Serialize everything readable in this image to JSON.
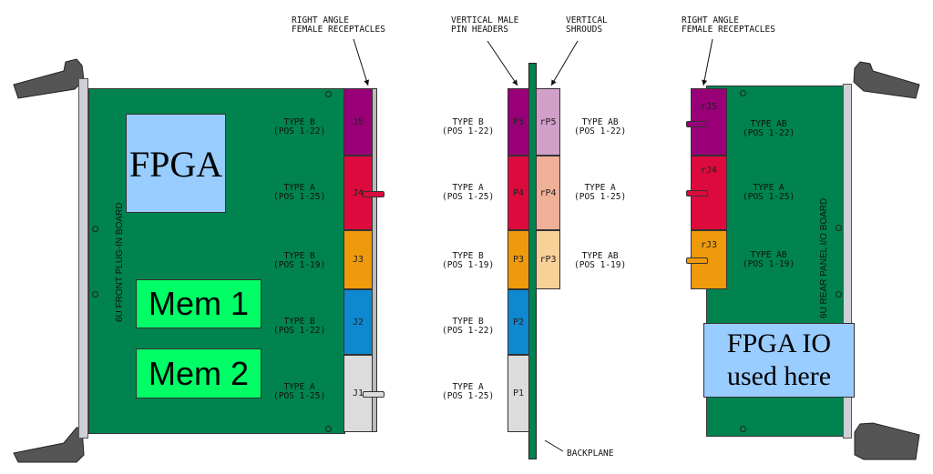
{
  "callouts": {
    "front_receptacles": "RIGHT ANGLE\nFEMALE RECEPTACLES",
    "pin_headers": "VERTICAL MALE\nPIN HEADERS",
    "shrouds": "VERTICAL\nSHROUDS",
    "rear_receptacles": "RIGHT ANGLE\nFEMALE RECEPTACLES",
    "backplane": "BACKPLANE"
  },
  "front_board": {
    "title": "6U FRONT PLUG-IN BOARD",
    "fpga": "FPGA",
    "mem1": "Mem 1",
    "mem2": "Mem 2",
    "connectors": [
      {
        "id": "J5",
        "type": "TYPE B\n(POS 1-22)",
        "color": "#990077"
      },
      {
        "id": "J4",
        "type": "TYPE A\n(POS 1-25)",
        "color": "#dd0a3d"
      },
      {
        "id": "J3",
        "type": "TYPE B\n(POS 1-19)",
        "color": "#ee9a0c"
      },
      {
        "id": "J2",
        "type": "TYPE B\n(POS 1-22)",
        "color": "#0e88d0"
      },
      {
        "id": "J1",
        "type": "TYPE A\n(POS 1-25)",
        "color": "#dcdcdc"
      }
    ]
  },
  "backplane": {
    "headers": [
      {
        "id": "P5",
        "type": "TYPE B\n(POS 1-22)"
      },
      {
        "id": "P4",
        "type": "TYPE A\n(POS 1-25)"
      },
      {
        "id": "P3",
        "type": "TYPE B\n(POS 1-19)"
      },
      {
        "id": "P2",
        "type": "TYPE B\n(POS 1-22)"
      },
      {
        "id": "P1",
        "type": "TYPE A\n(POS 1-25)"
      }
    ],
    "shrouds": [
      {
        "id": "rP5",
        "type": "TYPE AB\n(POS 1-22)",
        "color": "#d0a0c8"
      },
      {
        "id": "rP4",
        "type": "TYPE A\n(POS 1-25)",
        "color": "#f0b098"
      },
      {
        "id": "rP3",
        "type": "TYPE AB\n(POS 1-19)",
        "color": "#f8d098"
      }
    ]
  },
  "rear_board": {
    "title": "6U REAR PANEL I/O BOARD",
    "fpga_io": "FPGA IO\nused here",
    "connectors": [
      {
        "id": "rJ5",
        "type": "TYPE AB\n(POS 1-22)"
      },
      {
        "id": "rJ4",
        "type": "TYPE A\n(POS 1-25)"
      },
      {
        "id": "rJ3",
        "type": "TYPE AB\n(POS 1-19)"
      }
    ]
  },
  "colors": {
    "pcb": "#00834f",
    "fpga_box": "#99ccff",
    "mem_box": "#00ff66"
  }
}
